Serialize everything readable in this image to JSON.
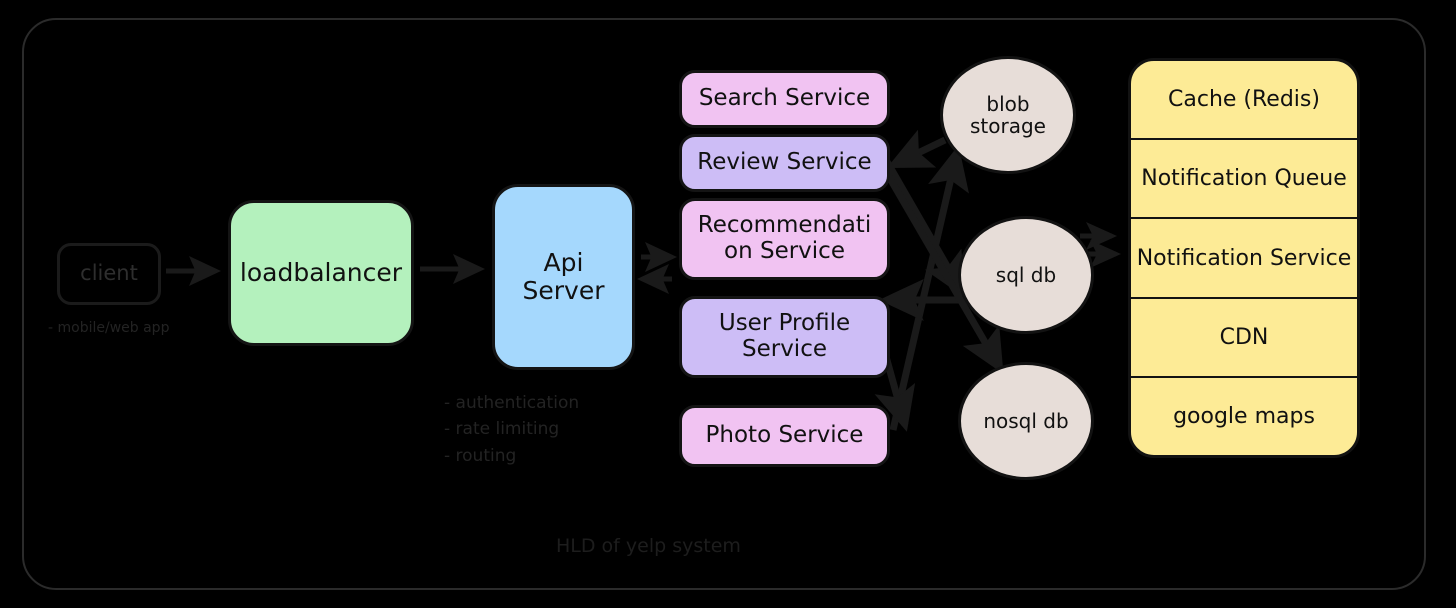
{
  "diagram": {
    "caption": "HLD of yelp system",
    "background_color": "#000000",
    "frame_color": "#2b2b2b",
    "client": {
      "label": "client",
      "note": "- mobile/web app"
    },
    "loadbalancer": {
      "label": "loadbalancer",
      "color": "#b4f1bd"
    },
    "api_server": {
      "label": "Api\nServer",
      "color": "#a5d8fd",
      "notes": "- authentication\n- rate limiting\n- routing"
    },
    "services": [
      {
        "id": "search",
        "label": "Search Service",
        "color": "#f1c3f2"
      },
      {
        "id": "review",
        "label": "Review Service",
        "color": "#cdbdf6"
      },
      {
        "id": "recommendation",
        "label": "Recommendati\non Service",
        "color": "#f1c3f2"
      },
      {
        "id": "user-profile",
        "label": "User Profile\nService",
        "color": "#cdbdf6"
      },
      {
        "id": "photo",
        "label": "Photo Service",
        "color": "#f1c3f2"
      }
    ],
    "stores": [
      {
        "id": "blob",
        "label": "blob storage",
        "color": "#e7ddd8"
      },
      {
        "id": "sql",
        "label": "sql db",
        "color": "#e7ddd8"
      },
      {
        "id": "nosql",
        "label": "nosql db",
        "color": "#e7ddd8"
      }
    ],
    "infra_stack": {
      "color": "#fdeb96",
      "rows": [
        {
          "id": "cache",
          "label": "Cache (Redis)"
        },
        {
          "id": "notification-queue",
          "label": "Notification Queue"
        },
        {
          "id": "notification-service",
          "label": "Notification Service"
        },
        {
          "id": "cdn",
          "label": "CDN"
        },
        {
          "id": "google-maps",
          "label": "google maps"
        }
      ]
    }
  }
}
